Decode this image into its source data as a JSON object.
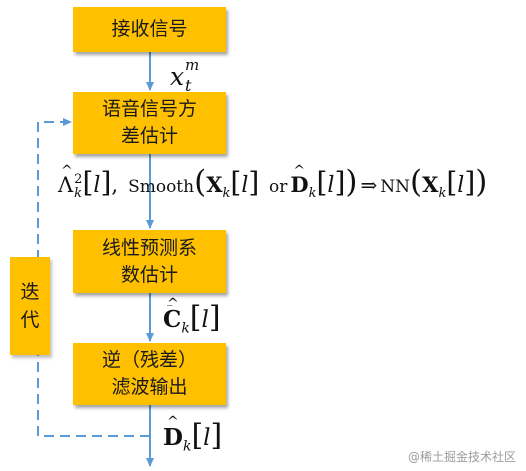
{
  "blocks": {
    "receive": {
      "line1": "接收信号"
    },
    "speech_var": {
      "line1": "语音信号方",
      "line2": "差估计"
    },
    "linear_pred": {
      "line1": "线性预测系",
      "line2": "数估计"
    },
    "inverse_filter": {
      "line1": "逆（残差）",
      "line2": "滤波输出"
    }
  },
  "side_label": {
    "line1": "迭",
    "line2": "代"
  },
  "signals": {
    "x_base": "x",
    "x_sub": "t",
    "x_sup": "m",
    "lambda_base": "Λ",
    "k": "k",
    "two": "2",
    "l": "l",
    "comma": ",",
    "smooth": "Smooth",
    "X": "X",
    "or": "or",
    "D": "D",
    "nn": "NN",
    "C": "C"
  },
  "watermark": "@稀土掘金技术社区",
  "colors": {
    "block": "#ffc000",
    "arrow": "#5b9bd5",
    "text": "#1a1a1a"
  }
}
